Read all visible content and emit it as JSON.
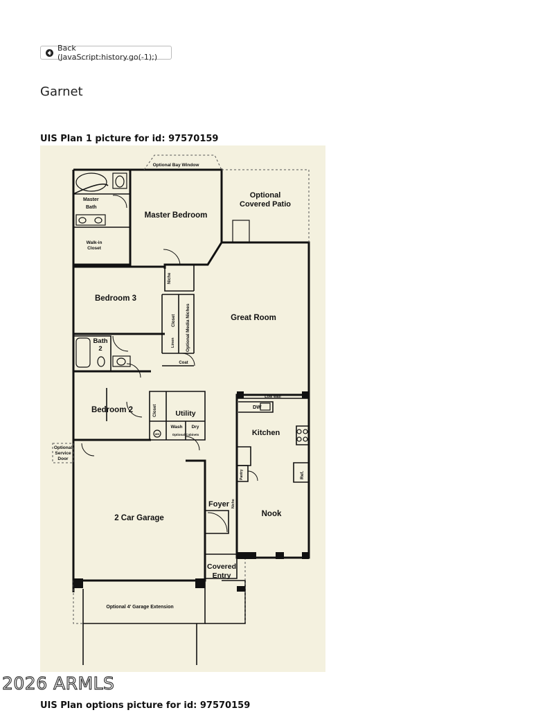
{
  "back_button": {
    "label": "Back (JavaScript:history.go(-1);)",
    "icon": "circle-arrow-left-icon"
  },
  "listing_title": "Garnet",
  "plan1_caption": "UIS Plan 1 picture for id: 97570159",
  "options_caption": "UIS Plan options picture for id: 97570159",
  "watermark": "2026 ARMLS",
  "floor_plan": {
    "labels": {
      "bay_window": "Optional Bay Window",
      "master_bath": [
        "Master",
        "Bath"
      ],
      "walk_in_closet": [
        "Walk-in",
        "Closet"
      ],
      "master_bedroom": "Master Bedroom",
      "covered_patio": [
        "Optional",
        "Covered Patio"
      ],
      "niche": "Niche",
      "bedroom3": "Bedroom 3",
      "closet": "Closet",
      "media_niches": "Optional Media Niches",
      "great_room": "Great Room",
      "bath2": [
        "Bath",
        "2"
      ],
      "linen": "Linen",
      "coat": "Coat",
      "low_wall": "Low Wall",
      "dw": "DW",
      "bedroom2": "Bedroom 2",
      "utility": "Utility",
      "wash": "Wash",
      "dry": "Dry",
      "optional_cabinets": "Optional Cabinets",
      "wh": "WH",
      "kitchen": "Kitchen",
      "service_door": [
        "Optional",
        "Service",
        "Door"
      ],
      "pantry": "Pantry",
      "ref": "Ref.",
      "foyer": "Foyer",
      "garage": "2 Car Garage",
      "nook": "Nook",
      "covered_entry": [
        "Covered",
        "Entry"
      ],
      "garage_extension": "Optional 4' Garage Extension"
    }
  }
}
